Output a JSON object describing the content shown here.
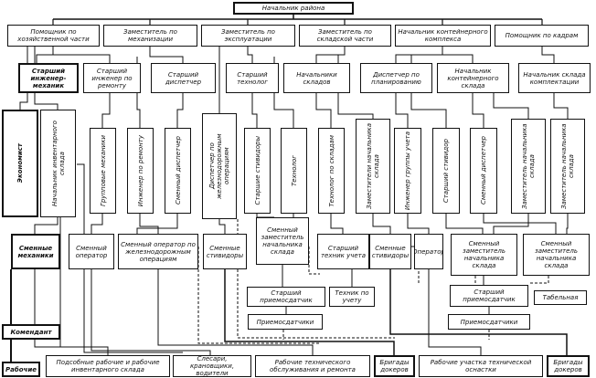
{
  "boxes": [
    {
      "id": "head",
      "text": "Начальник района"
    },
    {
      "id": "r1a",
      "text": "Помощник по хозяйственной части"
    },
    {
      "id": "r1b",
      "text": "Заместитель по механизации"
    },
    {
      "id": "r1c",
      "text": "Заместитель по эксплуатации"
    },
    {
      "id": "r1d",
      "text": "Заместитель по складской части"
    },
    {
      "id": "r1e",
      "text": "Начальник контейнерного комплекса"
    },
    {
      "id": "r1f",
      "text": "Помощник по кадрам"
    },
    {
      "id": "r2a",
      "text": "Старший инженер-механик"
    },
    {
      "id": "r2b",
      "text": "Старший инженер по ремонту"
    },
    {
      "id": "r2c",
      "text": "Старший диспетчер"
    },
    {
      "id": "r2d",
      "text": "Старший технолог"
    },
    {
      "id": "r2e",
      "text": "Начальники складов"
    },
    {
      "id": "r2f",
      "text": "Диспетчер по планированию"
    },
    {
      "id": "r2g",
      "text": "Начальник контейнерного склада"
    },
    {
      "id": "r2h",
      "text": "Начальник склада комплектации"
    },
    {
      "id": "v01",
      "text": "Экономист"
    },
    {
      "id": "v02",
      "text": "Начальник инвентарного склада"
    },
    {
      "id": "v03",
      "text": "Групповые механики"
    },
    {
      "id": "v04",
      "text": "Инженер по ремонту"
    },
    {
      "id": "v05",
      "text": "Сменный диспетчер"
    },
    {
      "id": "v06",
      "text": "Диспетчер по железнодорожным операциям"
    },
    {
      "id": "v07",
      "text": "Старшие стивидоры"
    },
    {
      "id": "v08",
      "text": "Технолог"
    },
    {
      "id": "v09",
      "text": "Технолог по складам"
    },
    {
      "id": "v10",
      "text": "Заместители начальника склада"
    },
    {
      "id": "v11",
      "text": "Инженер группы учета"
    },
    {
      "id": "v12",
      "text": "Старший стивидор"
    },
    {
      "id": "v13",
      "text": "Сменный диспетчер"
    },
    {
      "id": "v14",
      "text": "Заместитель начальника склада"
    },
    {
      "id": "v15",
      "text": "Заместитель начальника склада"
    },
    {
      "id": "b01",
      "text": "Сменные механики"
    },
    {
      "id": "b02",
      "text": "Сменный оператор"
    },
    {
      "id": "b03",
      "text": "Сменный оператор по железнодорожным операциям"
    },
    {
      "id": "b04",
      "text": "Сменные стивидоры"
    },
    {
      "id": "b05",
      "text": "Сменный заместитель начальника склада"
    },
    {
      "id": "b06",
      "text": "Старший техник учета"
    },
    {
      "id": "b07",
      "text": "Сменные стивидоры"
    },
    {
      "id": "b08",
      "text": "Оператор"
    },
    {
      "id": "b09",
      "text": "Сменный заместитель начальника склада"
    },
    {
      "id": "b10",
      "text": "Сменный заместитель начальника склада"
    },
    {
      "id": "c01",
      "text": "Старший приемосдатчик"
    },
    {
      "id": "c02",
      "text": "Техник по учету"
    },
    {
      "id": "c03",
      "text": "Старший приемосдатчик"
    },
    {
      "id": "c04",
      "text": "Табельная"
    },
    {
      "id": "d01",
      "text": "Приемосдатчики"
    },
    {
      "id": "d02",
      "text": "Приемосдатчики"
    },
    {
      "id": "e01",
      "text": "Комендант"
    },
    {
      "id": "f01",
      "text": "Рабочие"
    },
    {
      "id": "f02",
      "text": "Подсобные рабочие и рабочие инвентарного склада"
    },
    {
      "id": "f03",
      "text": "Слесари, крановщики, водители"
    },
    {
      "id": "f04",
      "text": "Рабочие технического обслуживания и ремонта"
    },
    {
      "id": "f05",
      "text": "Бригады докеров"
    },
    {
      "id": "f06",
      "text": "Рабочие участка технической оснастки"
    },
    {
      "id": "f07",
      "text": "Бригады докеров"
    }
  ],
  "colors": {
    "line": "#111111",
    "box_border": "#111111",
    "background": "#ffffff"
  }
}
